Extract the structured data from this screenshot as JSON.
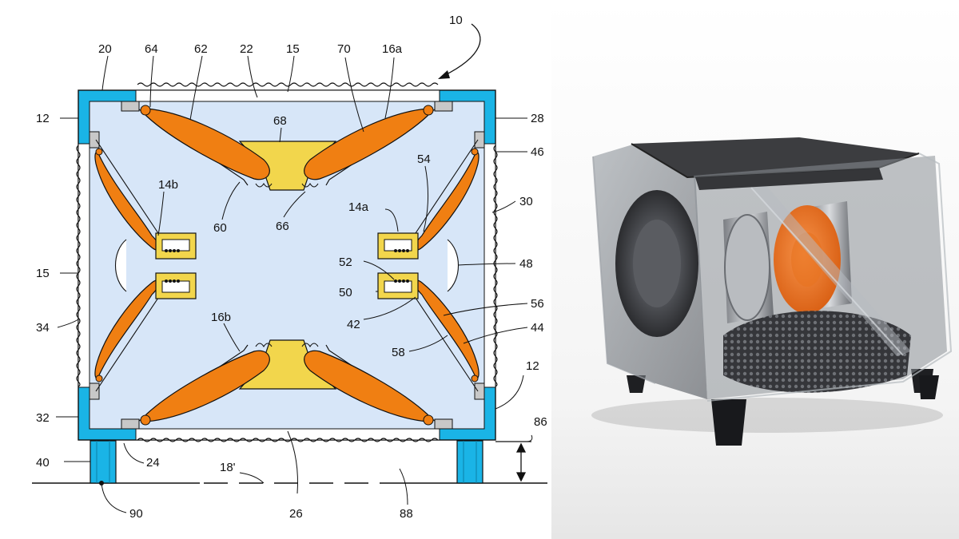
{
  "diagram": {
    "labels": {
      "l10": "10",
      "l20": "20",
      "l64": "64",
      "l62": "62",
      "l22": "22",
      "l15_top": "15",
      "l70": "70",
      "l16a": "16a",
      "l12_left": "12",
      "l28": "28",
      "l68": "68",
      "l46": "46",
      "l54": "54",
      "l14b": "14b",
      "l30": "30",
      "l60": "60",
      "l66": "66",
      "l14a": "14a",
      "l52": "52",
      "l15_left": "15",
      "l48": "48",
      "l50": "50",
      "l56": "56",
      "l34": "34",
      "l42": "42",
      "l16b": "16b",
      "l44": "44",
      "l58": "58",
      "l12_right": "12",
      "l32": "32",
      "l86": "86",
      "l40": "40",
      "l24": "24",
      "l18p": "18'",
      "l90": "90",
      "l26": "26",
      "l88": "88"
    },
    "colors": {
      "wall": "#1ab4e6",
      "interior": "#d7e6f8",
      "cone": "#f07f12",
      "magnet": "#f2d64c",
      "metal": "#c8c8c8",
      "line": "#111111"
    }
  },
  "photo": {
    "subject": "subwoofer-render",
    "colors": {
      "driver_orange": "#e8731f",
      "cabinet_glass": "#7d8288",
      "top": "#3c3d40"
    }
  }
}
